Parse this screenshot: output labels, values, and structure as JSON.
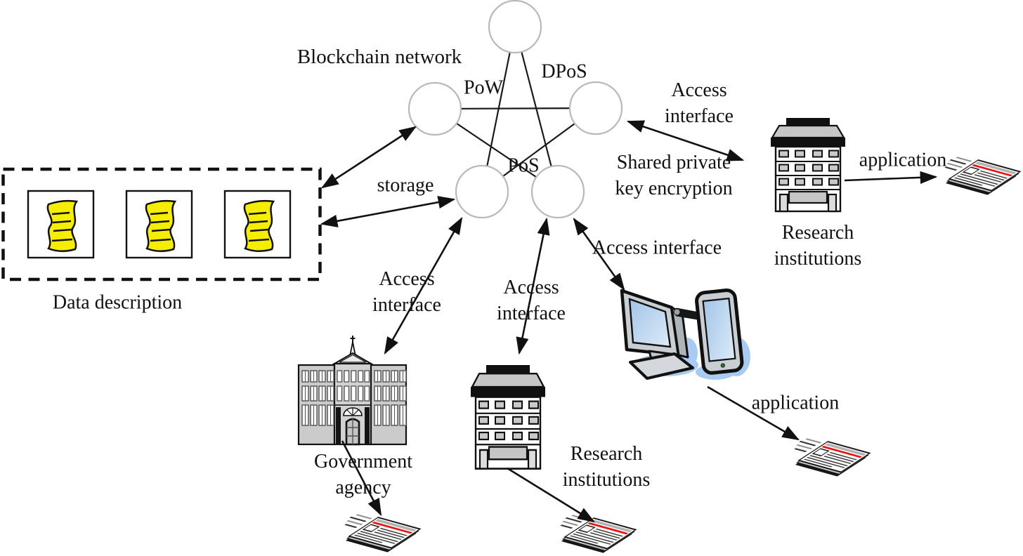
{
  "diagram": {
    "blockchain": {
      "label": "Blockchain network",
      "consensus_nodes": {
        "pow": "PoW",
        "dpos": "DPoS",
        "pos": "PoS"
      }
    },
    "data_description": {
      "label": "Data description"
    },
    "labels": {
      "storage": "storage",
      "access_interface_top": "Access\ninterface",
      "shared_private_key": "Shared private\nkey encryption",
      "application_top": "application",
      "access_interface_devices": "Access interface",
      "access_interface_government": "Access\ninterface",
      "access_interface_middle": "Access\ninterface",
      "application_bottom": "application"
    },
    "entities": {
      "research_institutions_top": "Research\ninstitutions",
      "research_institutions_middle": "Research\ninstitutions",
      "government_agency": "Government\nagency"
    },
    "colors": {
      "document_yellow": "#f6ee00",
      "screen_blue": "#b7d2ee",
      "shadow_blue": "#a9cbf2",
      "stripe_red": "#e81212",
      "building_gray": "#c9c9c9",
      "node_circle_stroke": "#b9b9b9"
    }
  }
}
